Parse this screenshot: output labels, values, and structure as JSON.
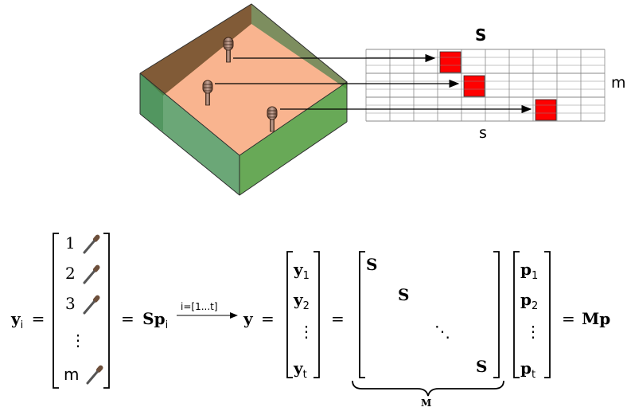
{
  "grid": {
    "title": "S",
    "right_label": "m",
    "bottom_label": "s",
    "rows": 3,
    "cols": 10,
    "highlight_cells": [
      [
        0,
        3
      ],
      [
        1,
        4
      ],
      [
        2,
        7
      ]
    ],
    "highlight_color": "#ff0000",
    "grid_color": "#888888"
  },
  "room": {
    "floor_color": "#f9b48f",
    "wall_back_color": "#7a5633",
    "wall_left_color": "#3a8a4a",
    "wall_right_color": "#4e9a3a",
    "microphones": 3,
    "mic_icon": "microphone-icon"
  },
  "equation": {
    "lhs": "y",
    "lhs_sub": "i",
    "equals": "=",
    "vector1": [
      "1",
      "2",
      "3",
      "⋮",
      "m"
    ],
    "sp": "Sp",
    "sp_sub": "i",
    "arrow_label": "i=[1...t]",
    "y": "y",
    "y_vector": [
      {
        "base": "y",
        "sub": "1"
      },
      {
        "base": "y",
        "sub": "2"
      },
      {
        "base": "⋮",
        "sub": ""
      },
      {
        "base": "y",
        "sub": "t"
      }
    ],
    "block_diag": [
      "S",
      "S",
      "⋱",
      "S"
    ],
    "brace_label": "M",
    "p_vector": [
      {
        "base": "p",
        "sub": "1"
      },
      {
        "base": "p",
        "sub": "2"
      },
      {
        "base": "⋮",
        "sub": ""
      },
      {
        "base": "p",
        "sub": "t"
      }
    ],
    "result": "Mp"
  }
}
